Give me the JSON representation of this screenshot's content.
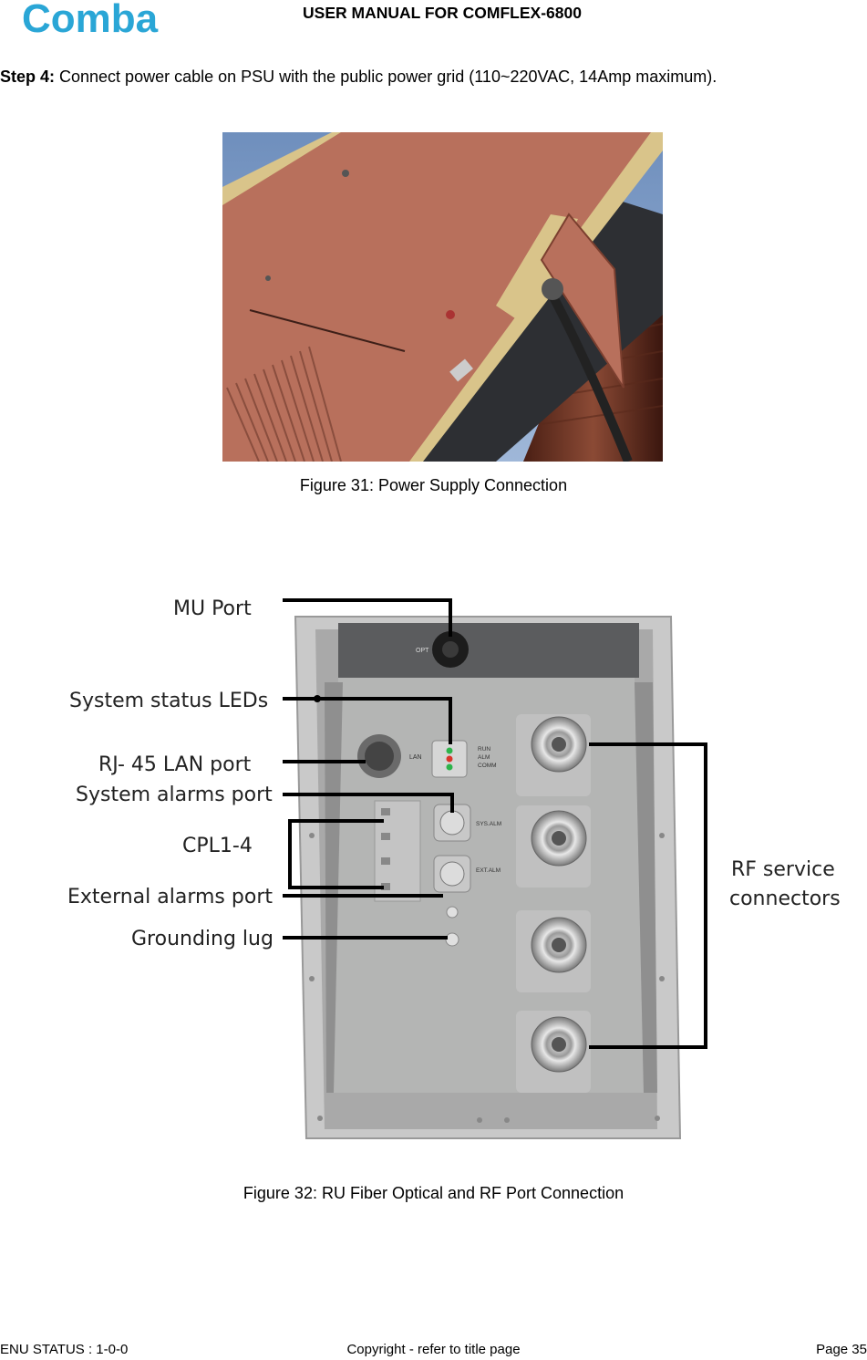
{
  "header": {
    "logo_text": "Comba",
    "title": "USER MANUAL FOR COMFLEX-6800"
  },
  "step": {
    "label": "Step 4:",
    "text": " Connect power cable on PSU with the public power grid (110~220VAC, 14Amp maximum)."
  },
  "figure31": {
    "caption": "Figure 31: Power Supply Connection"
  },
  "figure32": {
    "caption": "Figure 32:  RU Fiber Optical and RF Port Connection",
    "callouts": {
      "mu_port": "MU Port",
      "status_leds": "System status LEDs",
      "rj45": "RJ- 45 LAN port",
      "alarms_port": "System alarms port",
      "cpl": "CPL1-4",
      "ext_alarms": "External  alarms port",
      "grounding": "Grounding lug",
      "rf_line1": "RF service",
      "rf_line2": "connectors"
    },
    "panel_labels": {
      "opt": "OPT",
      "lan": "LAN",
      "run": "RUN",
      "alm": "ALM",
      "comm": "COMM",
      "sys_alm": "SYS.ALM",
      "ext_alm": "EXT.ALM"
    }
  },
  "footer": {
    "left": "ENU STATUS : 1-0-0",
    "center": "Copyright - refer to title page",
    "right": "Page 35"
  },
  "colors": {
    "logo": "#2aa6d6",
    "pcb": "#b8705c",
    "frame": "#d9c48a",
    "panel": "#b4b5b4"
  }
}
